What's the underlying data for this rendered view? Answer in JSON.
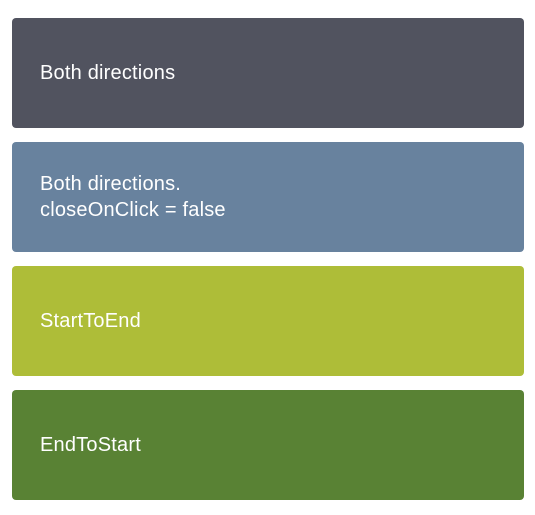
{
  "items": [
    {
      "label": "Both directions",
      "color": "#51535f"
    },
    {
      "label": "Both directions.\ncloseOnClick = false",
      "color": "#68829e"
    },
    {
      "label": "StartToEnd",
      "color": "#aebd38"
    },
    {
      "label": "EndToStart",
      "color": "#598234"
    }
  ]
}
